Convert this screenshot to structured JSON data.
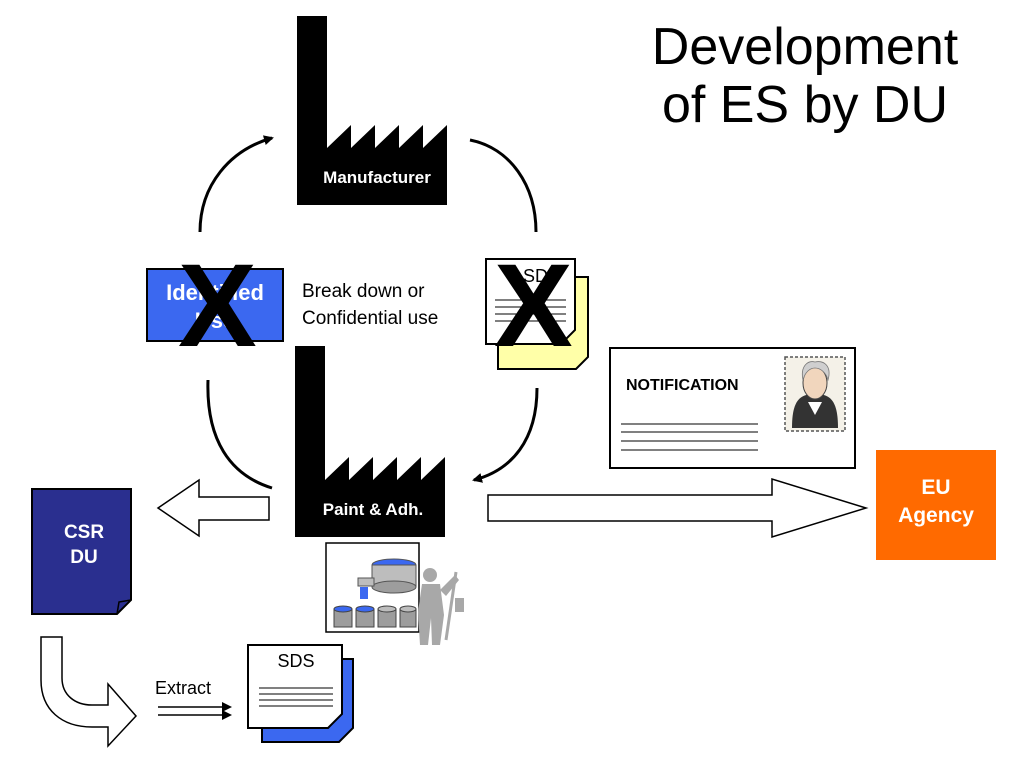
{
  "title": {
    "line1": "Development",
    "line2": "of ES by DU"
  },
  "manufacturer": {
    "label": "Manufacturer"
  },
  "paint": {
    "label": "Paint & Adh."
  },
  "identified_use": {
    "line1": "Identified",
    "line2": "Use"
  },
  "break_down": {
    "line1": "Break down or",
    "line2": "Confidential use"
  },
  "sd_doc": {
    "label": "SD"
  },
  "cross_mark": "X",
  "notification": {
    "label": "NOTIFICATION"
  },
  "eu_agency": {
    "line1": "EU",
    "line2": "Agency"
  },
  "csr": {
    "line1": "CSR",
    "line2": "DU"
  },
  "sds": {
    "label": "SDS"
  },
  "extract": {
    "label": "Extract"
  }
}
